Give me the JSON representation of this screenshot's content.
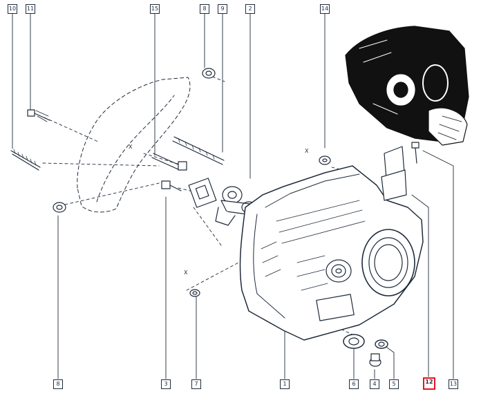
{
  "diagram": {
    "callouts": [
      {
        "id": "c10",
        "label": "10",
        "highlight": false
      },
      {
        "id": "c11",
        "label": "11",
        "highlight": false
      },
      {
        "id": "c15",
        "label": "15",
        "highlight": false
      },
      {
        "id": "c8top",
        "label": "8",
        "highlight": false
      },
      {
        "id": "c9",
        "label": "9",
        "highlight": false
      },
      {
        "id": "c2",
        "label": "2",
        "highlight": false
      },
      {
        "id": "c14",
        "label": "14",
        "highlight": false
      },
      {
        "id": "c8bot",
        "label": "8",
        "highlight": false
      },
      {
        "id": "c3",
        "label": "3",
        "highlight": false
      },
      {
        "id": "c7",
        "label": "7",
        "highlight": false
      },
      {
        "id": "c1",
        "label": "1",
        "highlight": false
      },
      {
        "id": "c6",
        "label": "6",
        "highlight": false
      },
      {
        "id": "c4",
        "label": "4",
        "highlight": false
      },
      {
        "id": "c5",
        "label": "5",
        "highlight": false
      },
      {
        "id": "c12",
        "label": "12",
        "highlight": true
      },
      {
        "id": "c13",
        "label": "13",
        "highlight": false
      }
    ],
    "marks": {
      "x1": "X",
      "x2": "X",
      "x3": "X"
    },
    "colors": {
      "line": "#1e2a3a",
      "highlight": "#e8121e",
      "dark_part": "#111111"
    }
  }
}
